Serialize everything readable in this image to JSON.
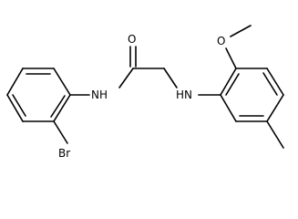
{
  "atoms": {
    "oxygen_carbonyl": "O",
    "oxygen_methoxy": "O",
    "amide_nh": "NH",
    "amine_hn": "HN",
    "bromine": "Br"
  }
}
